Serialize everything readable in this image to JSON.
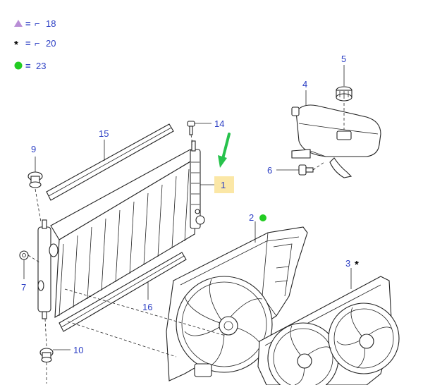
{
  "legend": [
    {
      "symbol": "triangle-icon",
      "equals": "=",
      "torque_symbol": "⌐",
      "value": "18",
      "color": "#b98ed6"
    },
    {
      "symbol": "asterisk-icon",
      "equals": "=",
      "torque_symbol": "⌐",
      "value": "20",
      "color": "#000000"
    },
    {
      "symbol": "dot-icon",
      "equals": "=",
      "value": "23",
      "color": "#22cc22"
    }
  ],
  "callouts": {
    "c1": "1",
    "c2": "2",
    "c3": "3",
    "c4": "4",
    "c5": "5",
    "c6": "6",
    "c7": "7",
    "c9": "9",
    "c10": "10",
    "c14": "14",
    "c15": "15",
    "c16": "16"
  },
  "markers": {
    "c2_dot_color": "#22cc22",
    "c3_asterisk": "*"
  },
  "colors": {
    "label": "#2b3ec4",
    "highlight": "#fbe7a6",
    "arrow": "#27c24c"
  }
}
